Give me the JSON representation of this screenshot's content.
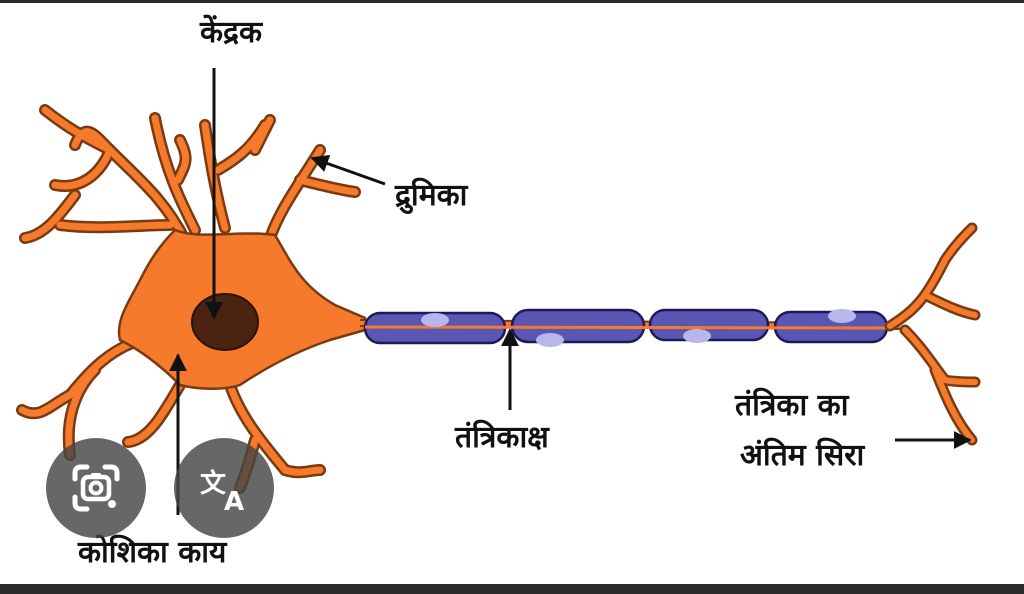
{
  "labels": {
    "nucleus": "केंद्रक",
    "dendrite": "द्रुमिका",
    "axon": "तंत्रिकाक्ष",
    "nerve_end_line1": "तंत्रिका का",
    "nerve_end_line2": "अंतिम सिरा",
    "cell_body": "कोशिका काय"
  },
  "overlay_buttons": [
    {
      "name": "lens-button",
      "icon": "google-lens-icon"
    },
    {
      "name": "translate-button",
      "icon": "translate-icon"
    }
  ],
  "colors": {
    "cell": "#f57a2c",
    "cell_outline": "#7a3a10",
    "nucleus": "#4a2410",
    "myelin": "#5a56b4",
    "myelin_outline": "#1e1a5a",
    "node_spot": "#b9b6ee",
    "overlay": "#464646"
  }
}
